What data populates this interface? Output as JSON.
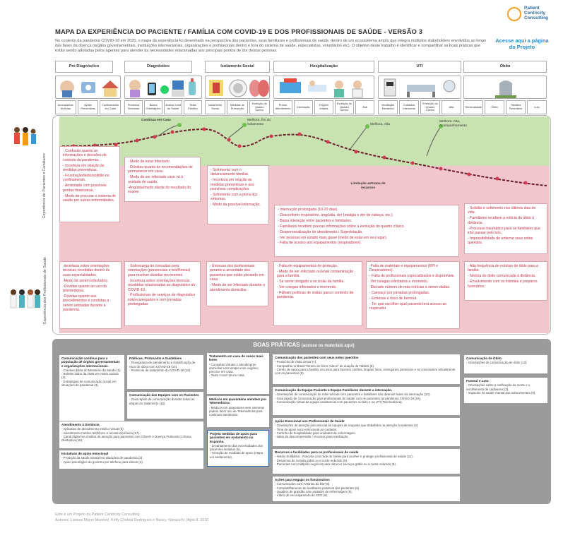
{
  "logo": {
    "line1": "Patient",
    "line2": "Centricity",
    "line3": "Consulting"
  },
  "title": "MAPA DA EXPERIÊNCIA DO PACIENTE / FAMÍLIA COM COVID-19 E DOS PROFISSIONAIS DE SAÚDE - VERSÃO 3",
  "intro": "No contexto da pandemia COVID-19 em 2020, o mapa da experiência foi desenhado na perspectiva dos pacientes, seus familiares e profissionais de saúde, dentro de um ecossistema amplo que integra múltiplos stakeholders envolvidos ao longo das fases da doença (órgãos governamentais, instituições internacionais, organizações e profissionais dentro e fora do sistema de saúde, especialistas, voluntários etc). O objetivo deste trabalho é identificar e compartilhar as boas práticas que estão sendo adotadas pelos agentes para atender às necessidades relacionadas aos principais pontos de dor destas pessoas.",
  "acesse": "Acesse aqui a página do Projeto",
  "phases": [
    "Pré Diagnóstico",
    "Diagnóstico",
    "Isolamento Social",
    "Hospitalização",
    "UTI",
    "Óbito"
  ],
  "steps": [
    "Acompanhar Notícias",
    "Ações Preventivas",
    "Confinamento em Casa",
    "Primeiros Sintomas",
    "Busca Orientações",
    "Acesso Unid de Saúde",
    "Teste Positivo",
    "Isolamento Social",
    "Medidas de Precaução",
    "Evolução do Quadro Clínico",
    "Pronto Atendimento",
    "Internação",
    "Exigem terapia",
    "Evolução do Quadro Clínico",
    "Alta",
    "Ventilação Mecânica",
    "Cuidados Intensivos",
    "Evolução do Quadro Clínico",
    "Alta",
    "Terminalidade",
    "Óbito",
    "Trâmites Funerários",
    "Luto"
  ],
  "lanes": {
    "patients": "Experiência de Pacientes e Familiares",
    "professionals": "Experiência dos Profissionais de Saúde"
  },
  "journey_labels": {
    "continua": "Continua em Casa",
    "melhora1": "Melhora, fim do isolamento",
    "melhora2": "Melhora, Alta",
    "melhora3": "Melhora, Alta, Acompanhamento",
    "limitacao": "Limitação extrema de recursos"
  },
  "patient_cards": [
    [
      "- Confusão quanto às informações e decisões de controle da pandemia.",
      "- Incerteza em relação às medidas preventivas.",
      "- Frustração/tédio/solidão no confinamento.",
      "- Ansiedade com possíveis perdas financeiras.",
      "- Medo de procurar o sistema de saúde por outras enfermidades."
    ],
    [
      "- Medo de estar infectado.",
      "- Dúvidas quanto às recomendações de permanecer em casa.",
      "- Medo de ser infectado caso vá à unidade de saúde.",
      "-Angústia/medo diante do resultado do exame."
    ],
    [
      "- Sofrimento com o distanciamento familiar.",
      "- Incerteza em relação às medidas preventivas e aos possíveis complicações",
      "- Sofrimento com a piora dos sintomas.",
      "- Medo da possível internação."
    ],
    [
      "- Internação prolongada (10-20 dias).",
      "- Desconforto respiratório, angústia, dor (mialgia e dor de cabeça, etc.).",
      "- Baixa interação entre pacientes e familiares.",
      "- Familiares recebem poucas informações sobre a evolução do quadro clínico.",
      "- Despersonalização do atendimento / Superlotação.",
      "- Ver pessoas em estado mais grave (medo de estar em seu lugar).",
      "- Falta de acesso aos equipamentos (respiradores)."
    ],
    [
      "- Solidão e sofrimento nos últimos dias de vida.",
      "- Familiares recebem a notícia do óbito à distância.",
      "- Processo traumático para os familiares que irão passar pelo luto.",
      "- Impossibilidade de enterrar seus entes queridos."
    ]
  ],
  "professional_cards": [
    [
      "-Incerteza sobre orientações técnicas recebidas dentro de suas especialidades.",
      "-Medo de serem infectados.",
      "-Dúvidas quanto ao uso da telemedicina.",
      "-Dúvidas quanto aos procedimentos e condutas a serem adotadas durante a pandemia."
    ],
    [
      "- Sobrecarga de consultas para orientações (presenciais e telefônicas) para resolver dúvidas recorrentes.",
      "- Incerteza sobre orientações técnicas recebidas relacionadas ao diagnóstico do COVID-19.",
      "- Profissionais de serviços de diagnóstico sobrecarregados e com jornadas prolongadas"
    ],
    [
      "- Estresse dos profissionais perante a ansiedade dos pacientes que estão piorando em casa.",
      "- Medo de ser infectado durante o atendimento domiciliar."
    ],
    [
      "- Falta de equipamentos de proteção.",
      "- Medo de ser infectado ou levar contaminação para a família.",
      "- Se sente obrigado a se isolar da família.",
      "- Ver colegas infectados e morrendo.",
      "- Falham políticas de visitas para o contexto de pandemia."
    ],
    [
      "-Falta de materiais e equipamentos (EPI e Respiradores).",
      "- Falta de profissionais especializados e disponíveis.",
      "-Ver colegas infectados e morrendo.",
      "-Elevado número de más notícias a serem dadas.",
      "- Cansaço por jornadas prolongadas.",
      "- Estresse e risco de burnout.",
      "- Ter que escolher qual paciente terá acesso ao respirador."
    ],
    [
      "- Alta frequência de notícias de óbito para a família.",
      "- Notícia do óbito comunicada à distância.",
      "- Envolvimento com os trâmites e preparos funerários."
    ]
  ],
  "boas_praticas": {
    "header": "BOAS PRÁTICAS",
    "header_sub": "(acesse os materiais aqui)",
    "blocks": [
      {
        "title": "Comunicação contínua para a população de órgãos governamentais e organizações internacionais.",
        "items": [
          "- Coletiva diária do Ministério da Saúde (1).",
          "- Boletim diário da OMS em redes sociais (2).",
          "- Estratégias de comunicação social em situações de pandemia (3)."
        ]
      },
      {
        "title": "Políticas, Protocolos e Guidelines",
        "items": [
          "- Fluxograma de atendimento e classificação de risco do idoso com COVID-19 (14).",
          "- Protocolo de tratamento do COVID-19 (15)."
        ]
      },
      {
        "title": "Comunicação das Equipes com os Pacientes",
        "items": [
          "- Guia rápido de comunicação durante todas as etapas do tratamento (16)."
        ]
      },
      {
        "title": "Tratamento em casa de casos mais leves",
        "items": [
          "- Consultas virtuais e atendimento domiciliar com terapia com oxigênio precoce em casa.",
          "- Teste Covid-19 em casa"
        ]
      },
      {
        "title": "Médicos em quarentena atendem por Telemedicina",
        "items": [
          "- Médicos em quarentena sem sintomas podem fazer uso de Telemedicina para continuar atendendo."
        ]
      },
      {
        "title": "Projeto medidas de apoio para pacientes em isolamento na Espanha.",
        "items": [
          "- Levantamento das necessidades dos pacientes isolados (6).",
          "- Geração de medidas de apoio (etapa em andamento)."
        ]
      },
      {
        "title": "Comunicação dos pacientes com seus entes queridos",
        "items": [
          "- Protocolo de visita virtual (7).",
          "- Campanha no Brasil \"Direito de Dizer Adeus\" de doação de Tablets (8).",
          "- Centro de apoio para a família: recursos para fazerem cartões, limpam fotos, entregarem pertences e se conectarem virtualmente com os pacientes (9)."
        ]
      },
      {
        "title": "Comunicação da Equipe-Paciente e Equipe-Familiares durante a internação.",
        "items": [
          "- Orientações de comunicação de más notícias com pacientes e familiares nas diversas fases da internação (10).",
          "- Guia rápido de comunicação para profissionais de saúde com os pacientes na pandemia COVID-19 (16).",
          "- Comunicação virtual da equipe assistencial com pacientes no leito e na UTI (Telemedicina)."
        ]
      },
      {
        "title": "Apoio Emocional aos Profissionais de Saúde",
        "items": [
          "- Orientações de atenção psicossocial às equipes de resposta que trabalham na atenção à epidemia (3).",
          "- Time de apoio socio-emocional ao cuidador.",
          "- Carrinho de hospitalidade para unidades de enfermagem.",
          "- salas de descompressão / recursos para meditação."
        ]
      },
      {
        "title": "Recursos e facilidades para os profissionais de saúde",
        "items": [
          "- Hotéis Solidários : Parceria com rede de hotéis para acolher e proteger profissionais de saúde (11).",
          "- Despensa de comida grátis ou a custo reduzido (9).",
          "- Parcerias com múltiplos negócios para oferecer serviços grátis ou a custo reduzido (9)."
        ]
      },
      {
        "title": "Ações para engajar os funcionários",
        "items": [
          "- Comunicados com \"Vitórias do Dia\"(9).",
          "- Compartilhamento de feedbacks positivos dos pacientes (9).",
          "- Quadros de gratidão nas unidades de enfermagem (9).",
          "- Vídeo de encorajamento do CEO (9)."
        ]
      },
      {
        "title": "Comunicação de Óbito",
        "items": [
          "- Orientações de comunicação de óbito (13)."
        ]
      },
      {
        "title": "Funeral e Luto",
        "items": [
          "- Orientações sobre a notificação da morte e o recolhimento de cadáveres (3).",
          "- Impactos na saúde mental dos sobreviventes (9)."
        ]
      },
      {
        "title": "Atendimento à Distância",
        "items": [
          "- Aplicativo de atendimento médico virtual (5).",
          "- Atendimento médico telefônico e receita eletrônica (17).",
          "- Canal digital via chatbot de atenção para pacientes com Câncer e Doença Pulmonar Crônica Obstrutiva (18)."
        ]
      },
      {
        "title": "Iniciativas de apoio emocional",
        "items": [
          "- Proteção da saúde mental em situações de pandemia (3).",
          "- Apoio psicológico do governo por telefone para idosos (4)."
        ]
      }
    ]
  },
  "footer": {
    "line1": "Este é um Projeto da Patient Centricity Consulting",
    "line2": "Autores: Larissa Mayer Munhoz, Kelly Cristina Rodrigues e Nancy Yamauchi  |  April 8, 2020"
  },
  "colors": {
    "green": "#c9e2b1",
    "pink": "#f1c6cc",
    "red": "#c62f44",
    "blue": "#1f8ad1",
    "gray": "#9b9b9b"
  }
}
